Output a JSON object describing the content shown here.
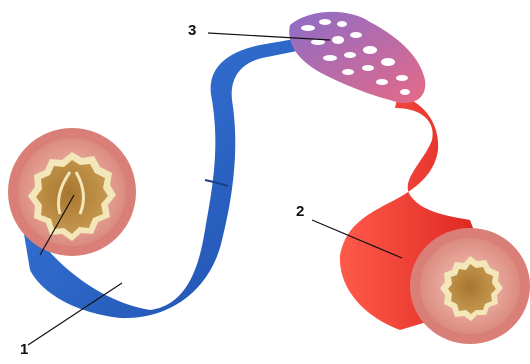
{
  "diagram": {
    "labels": [
      {
        "id": "label-1",
        "text": "1"
      },
      {
        "id": "label-2",
        "text": "2"
      },
      {
        "id": "label-3",
        "text": "3"
      }
    ],
    "colors": {
      "vein": "#2f6fd4",
      "vein_dark": "#1f4fae",
      "artery": "#e8302c",
      "artery_dark": "#c81f1b",
      "capillary_start": "#e8789a",
      "capillary_end": "#9b7bd0",
      "wall": "#e9a49a",
      "lumen": "#c79a4f",
      "valve": "#f3e6b8"
    }
  }
}
